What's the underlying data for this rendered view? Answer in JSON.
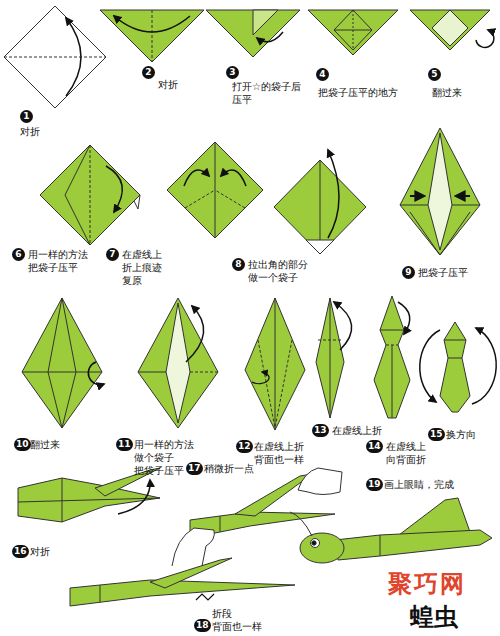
{
  "diagram": {
    "title": "蝗虫",
    "labels": [
      "1",
      "对折",
      "2",
      "对折",
      "3",
      "打开☆的袋子后 压平",
      "4",
      "把袋子压平的地方",
      "5",
      "翻过来",
      "6",
      "用一样的方法 把袋子压平",
      "7",
      "在虚线上 折上痕迹 复原",
      "8",
      "拉出角的部分 做一个袋子",
      "9",
      "把袋子压平",
      "10",
      "翻过来",
      "11",
      "用一样的方法 做个袋子 把袋子压平",
      "12",
      "在虚线上折 背面也一样",
      "13",
      "在虚线上折",
      "14",
      "在虚线上 向背面折",
      "15",
      "换方向",
      "16",
      "对折",
      "17",
      "稍微折一点",
      "18",
      "折段 背面也一样",
      "19",
      "画上眼睛，完成",
      "聚巧网"
    ]
  }
}
